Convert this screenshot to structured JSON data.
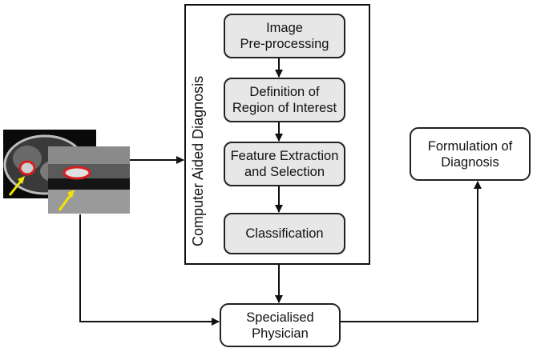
{
  "cad_label": "Computer Aided Diagnosis",
  "steps": [
    {
      "label": "Image\nPre-processing"
    },
    {
      "label": "Definition of\nRegion of Interest"
    },
    {
      "label": "Feature Extraction\nand Selection"
    },
    {
      "label": "Classification"
    }
  ],
  "physician_label": "Specialised\nPhysician",
  "diagnosis_label": "Formulation of\nDiagnosis",
  "colors": {
    "step_fill": "#e7e7e7",
    "stroke": "#111111",
    "highlight": "#d61f1f",
    "arrow_marker": "#f2e600"
  }
}
